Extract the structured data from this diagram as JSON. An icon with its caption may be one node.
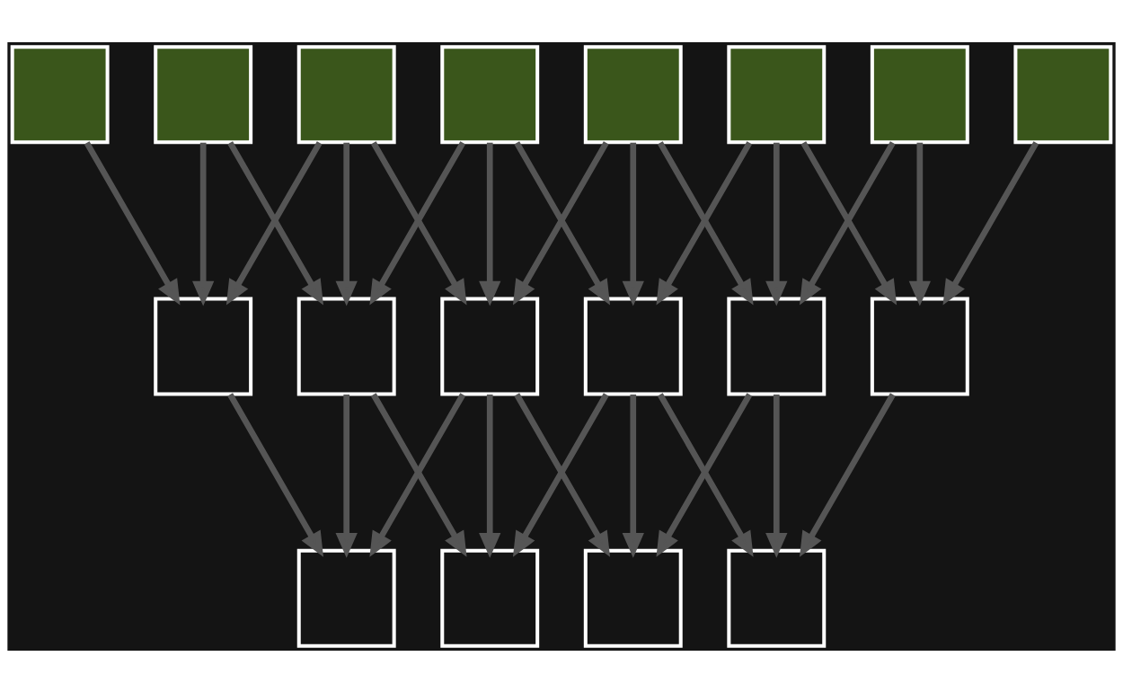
{
  "diagram": {
    "nodes": [
      {
        "text": [],
        "shape": "box"
      },
      {
        "text": [],
        "shape": "box"
      },
      {
        "text": [],
        "shape": "box"
      },
      {
        "text": [],
        "shape": "box"
      },
      {
        "text": [],
        "shape": "box"
      },
      {
        "text": [],
        "shape": "box"
      },
      {
        "text": [],
        "shape": "box"
      },
      {
        "text": [],
        "shape": "box"
      },
      {
        "text": [],
        "shape": "box"
      },
      {
        "text": [],
        "shape": "box"
      },
      {
        "text": [],
        "shape": "box"
      },
      {
        "text": [],
        "shape": "box"
      },
      {
        "text": [],
        "shape": "box"
      },
      {
        "text": [],
        "shape": "box"
      },
      {
        "text": [],
        "shape": "box"
      },
      {
        "text": [],
        "shape": "box"
      },
      {
        "text": [],
        "shape": "box"
      },
      {
        "text": [],
        "shape": "box"
      }
    ],
    "edges": [
      {
        "from": 0,
        "to": 8,
        "arrow": "to"
      },
      {
        "from": 1,
        "to": 8,
        "arrow": "to"
      },
      {
        "from": 2,
        "to": 8,
        "arrow": "to"
      },
      {
        "from": 1,
        "to": 9,
        "arrow": "to"
      },
      {
        "from": 2,
        "to": 9,
        "arrow": "to"
      },
      {
        "from": 3,
        "to": 9,
        "arrow": "to"
      },
      {
        "from": 2,
        "to": 10,
        "arrow": "to"
      },
      {
        "from": 3,
        "to": 10,
        "arrow": "to"
      },
      {
        "from": 4,
        "to": 10,
        "arrow": "to"
      },
      {
        "from": 3,
        "to": 11,
        "arrow": "to"
      },
      {
        "from": 4,
        "to": 11,
        "arrow": "to"
      },
      {
        "from": 5,
        "to": 11,
        "arrow": "to"
      },
      {
        "from": 4,
        "to": 12,
        "arrow": "to"
      },
      {
        "from": 5,
        "to": 12,
        "arrow": "to"
      },
      {
        "from": 6,
        "to": 12,
        "arrow": "to"
      },
      {
        "from": 5,
        "to": 13,
        "arrow": "to"
      },
      {
        "from": 6,
        "to": 13,
        "arrow": "to"
      },
      {
        "from": 7,
        "to": 13,
        "arrow": "to"
      },
      {
        "from": 8,
        "to": 14,
        "arrow": "to"
      },
      {
        "from": 9,
        "to": 14,
        "arrow": "to"
      },
      {
        "from": 10,
        "to": 14,
        "arrow": "to"
      },
      {
        "from": 9,
        "to": 15,
        "arrow": "to"
      },
      {
        "from": 10,
        "to": 15,
        "arrow": "to"
      },
      {
        "from": 11,
        "to": 15,
        "arrow": "to"
      },
      {
        "from": 10,
        "to": 16,
        "arrow": "to"
      },
      {
        "from": 11,
        "to": 16,
        "arrow": "to"
      },
      {
        "from": 12,
        "to": 16,
        "arrow": "to"
      },
      {
        "from": 11,
        "to": 17,
        "arrow": "to"
      },
      {
        "from": 12,
        "to": 17,
        "arrow": "to"
      },
      {
        "from": 13,
        "to": 17,
        "arrow": "to"
      }
    ]
  }
}
